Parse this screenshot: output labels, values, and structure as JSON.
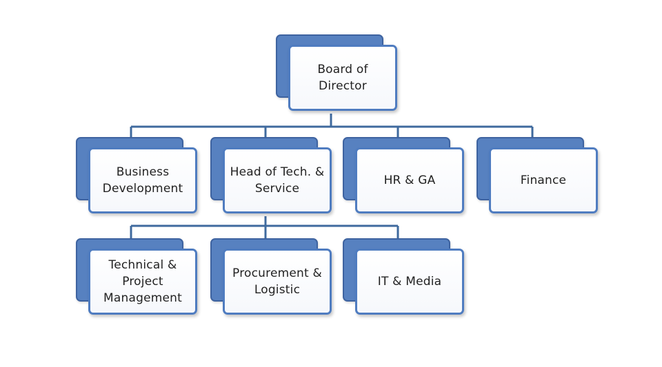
{
  "org_chart": {
    "root": {
      "label": "Board of\nDirector"
    },
    "level2": [
      {
        "label": "Business\nDevelopment"
      },
      {
        "label": "Head of Tech. &\nService"
      },
      {
        "label": "HR & GA"
      },
      {
        "label": "Finance"
      }
    ],
    "level3": [
      {
        "label": "Technical &\nProject\nManagement"
      },
      {
        "label": "Procurement &\nLogistic"
      },
      {
        "label": "IT & Media"
      }
    ]
  },
  "colors": {
    "box_fill_back": "#5781c0",
    "box_border": "#4f7cc0",
    "connector": "#3f6a9e",
    "text": "#222222"
  }
}
